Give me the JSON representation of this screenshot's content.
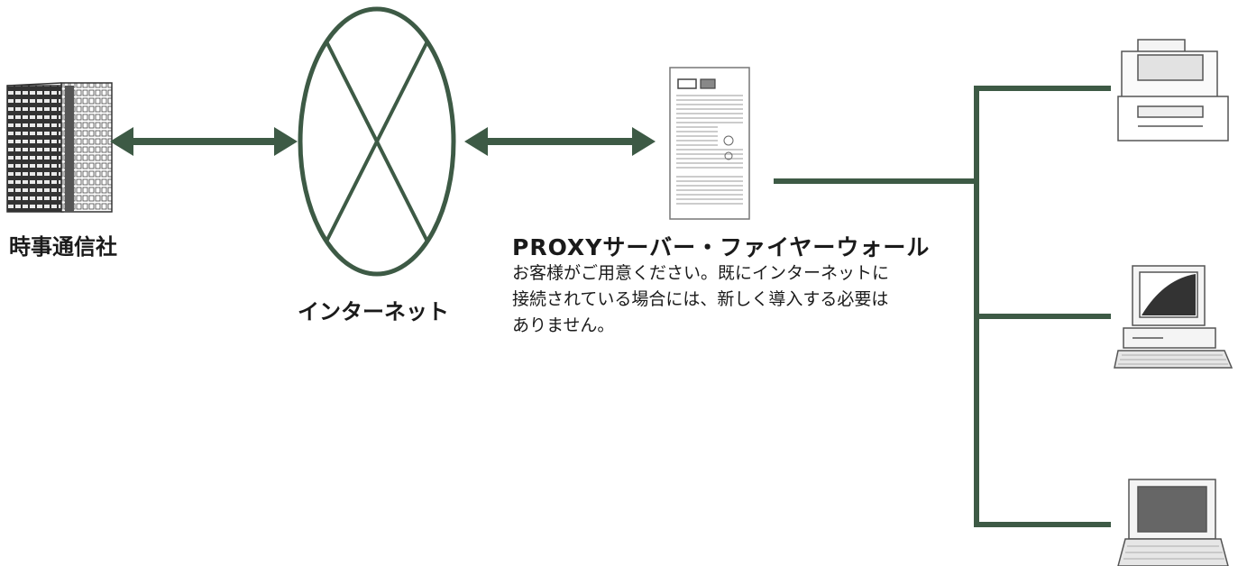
{
  "nodes": {
    "company": {
      "label": "時事通信社",
      "icon": "office-building-icon"
    },
    "internet": {
      "label": "インターネット",
      "icon": "network-cloud-icon"
    },
    "proxy": {
      "label": "PROXYサーバー・ファイヤーウォール",
      "icon": "server-tower-icon",
      "description_lines": [
        "お客様がご用意ください。既にインターネットに",
        "接続されている場合には、新しく導入する必要は",
        "ありません。"
      ]
    },
    "clients": [
      {
        "icon": "printer-icon"
      },
      {
        "icon": "desktop-computer-icon"
      },
      {
        "icon": "laptop-computer-icon"
      }
    ]
  },
  "colors": {
    "connector": "#3d5a45",
    "icon_fill": "#ffffff",
    "icon_stroke": "#555555",
    "text": "#1a1a1a"
  }
}
